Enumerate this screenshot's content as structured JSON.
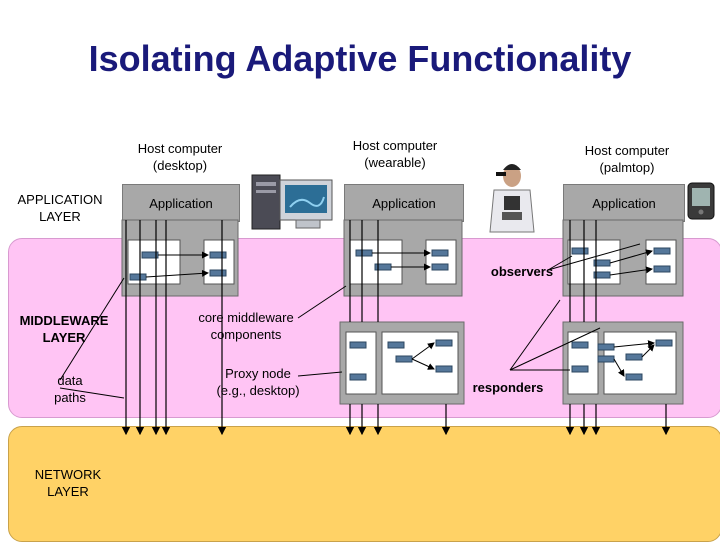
{
  "title": "Isolating Adaptive Functionality",
  "hosts": [
    {
      "label_line1": "Host computer",
      "label_line2": "(desktop)",
      "app": "Application"
    },
    {
      "label_line1": "Host computer",
      "label_line2": "(wearable)",
      "app": "Application"
    },
    {
      "label_line1": "Host computer",
      "label_line2": "(palmtop)",
      "app": "Application"
    }
  ],
  "layers": {
    "application": {
      "line1": "APPLICATION",
      "line2": "LAYER"
    },
    "middleware": {
      "line1": "MIDDLEWARE",
      "line2": "LAYER"
    },
    "network": {
      "line1": "NETWORK",
      "line2": "LAYER"
    }
  },
  "annotations": {
    "data_paths": {
      "line1": "data",
      "line2": "paths"
    },
    "core_components": {
      "line1": "core middleware",
      "line2": "components"
    },
    "proxy": {
      "line1": "Proxy node",
      "line2": "(e.g., desktop)"
    },
    "observers": "observers",
    "responders": "responders"
  },
  "colors": {
    "title": "#1a1a7a",
    "middleware_band": "#ffc4f4",
    "network_band": "#ffd266",
    "node_grey": "#a8a8a8",
    "component_blue": "#55779a"
  },
  "icons": [
    "desktop-computer-icon",
    "wearable-user-icon",
    "palmtop-icon"
  ]
}
